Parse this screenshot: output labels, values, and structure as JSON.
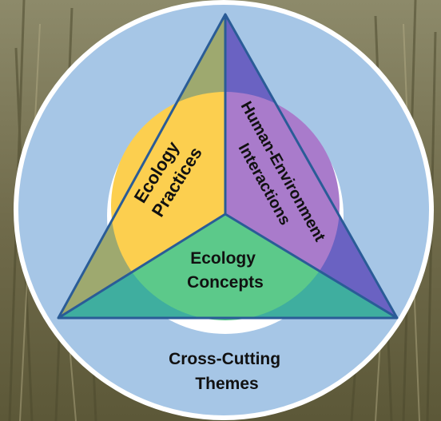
{
  "diagram": {
    "outer_ring_label_line1": "Cross-Cutting",
    "outer_ring_label_line2": "Themes",
    "sectors": {
      "practices": {
        "line1": "Ecology",
        "line2": "Practices"
      },
      "human_env": {
        "line1": "Human-Environment",
        "line2": "Interactions"
      },
      "concepts": {
        "line1": "Ecology",
        "line2": "Concepts"
      }
    }
  },
  "colors": {
    "outer_circle": "#a6c6e6",
    "white_band": "#ffffff",
    "inner_white": "#ffffff",
    "triangle_left": "#9ea96f",
    "triangle_right": "#6a62c2",
    "triangle_bottom": "#3fae9f",
    "circle_practices": "#fccf4f",
    "circle_human_env": "#a97bcb",
    "circle_concepts": "#5cc98a",
    "outline": "#2a5c97"
  }
}
